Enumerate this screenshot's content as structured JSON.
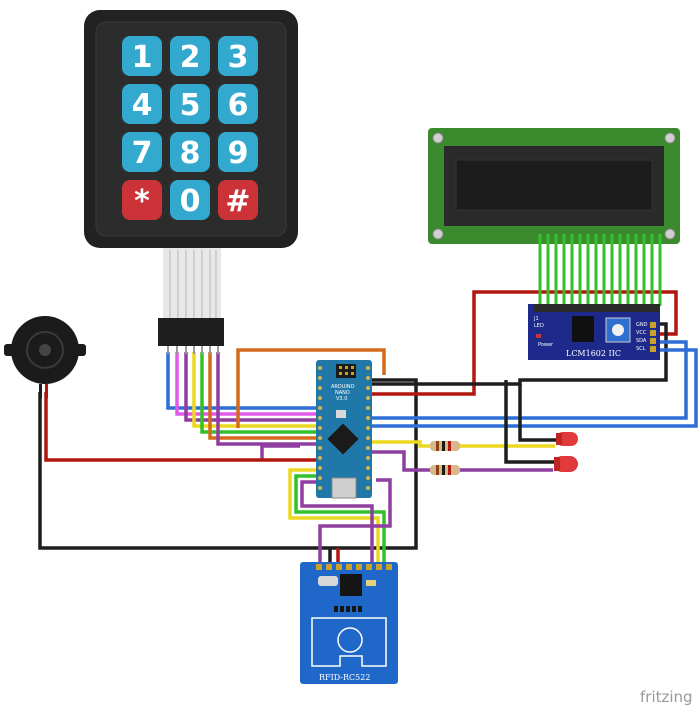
{
  "keypad": {
    "keys": [
      "1",
      "2",
      "3",
      "4",
      "5",
      "6",
      "7",
      "8",
      "9",
      "*",
      "0",
      "#"
    ],
    "key_color": "#34a9cf",
    "special_key_color": "#cc3338"
  },
  "lcd": {
    "module_label": "LCM1602 IIC",
    "pins": [
      "GND",
      "VCC",
      "SDA",
      "SCL"
    ],
    "led_label": "LED",
    "power_label": "Power",
    "jumper_label": "J1"
  },
  "rfid": {
    "label": "RFID-RC522"
  },
  "arduino": {
    "chip_label_1": "ARDUINO",
    "chip_label_2": "NANO",
    "chip_label_3": "V3.0"
  },
  "brand": "fritzing",
  "colors": {
    "red_wire": "#b1160f",
    "black_wire": "#1e1e1e",
    "blue_wire": "#2d6fd6",
    "green_wire": "#33c12a",
    "orange_wire": "#d36a1c",
    "purple_wire": "#8e3fa0",
    "yellow_wire": "#ecd91f",
    "pink_wire": "#e25ae8"
  }
}
